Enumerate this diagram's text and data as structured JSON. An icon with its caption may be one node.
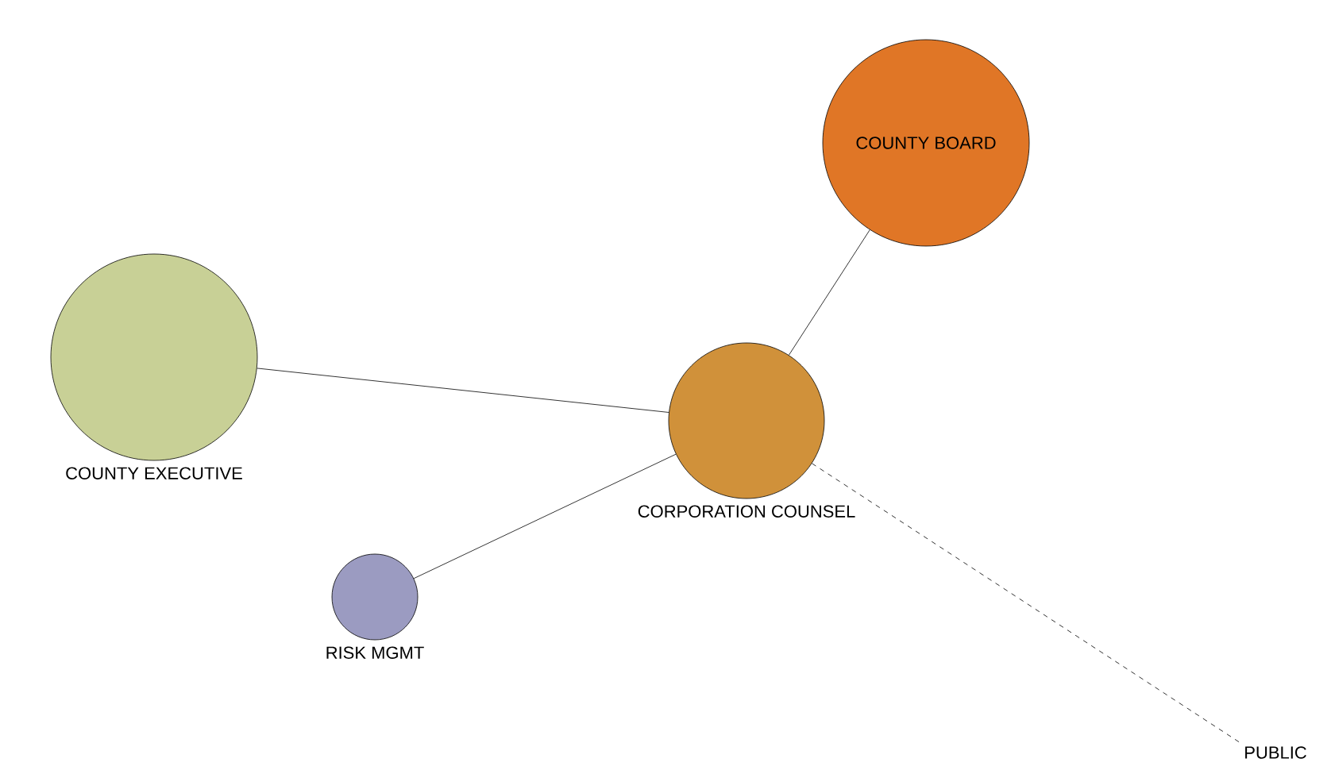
{
  "diagram": {
    "nodes": [
      {
        "text": [
          "COUNTY BOARD"
        ]
      },
      {
        "text": [
          "COUNTY EXECUTIVE"
        ]
      },
      {
        "text": [
          "CORPORATION COUNSEL"
        ]
      },
      {
        "text": [
          "RISK MGMT"
        ]
      },
      {
        "text": [
          "PUBLIC"
        ]
      }
    ],
    "edges": [
      {
        "from": 0,
        "to": 2,
        "arrow": "none"
      },
      {
        "from": 1,
        "to": 2,
        "arrow": "none"
      },
      {
        "from": 3,
        "to": 2,
        "arrow": "none"
      },
      {
        "from": 2,
        "to": 4,
        "arrow": "none",
        "style": "dashed"
      }
    ]
  }
}
